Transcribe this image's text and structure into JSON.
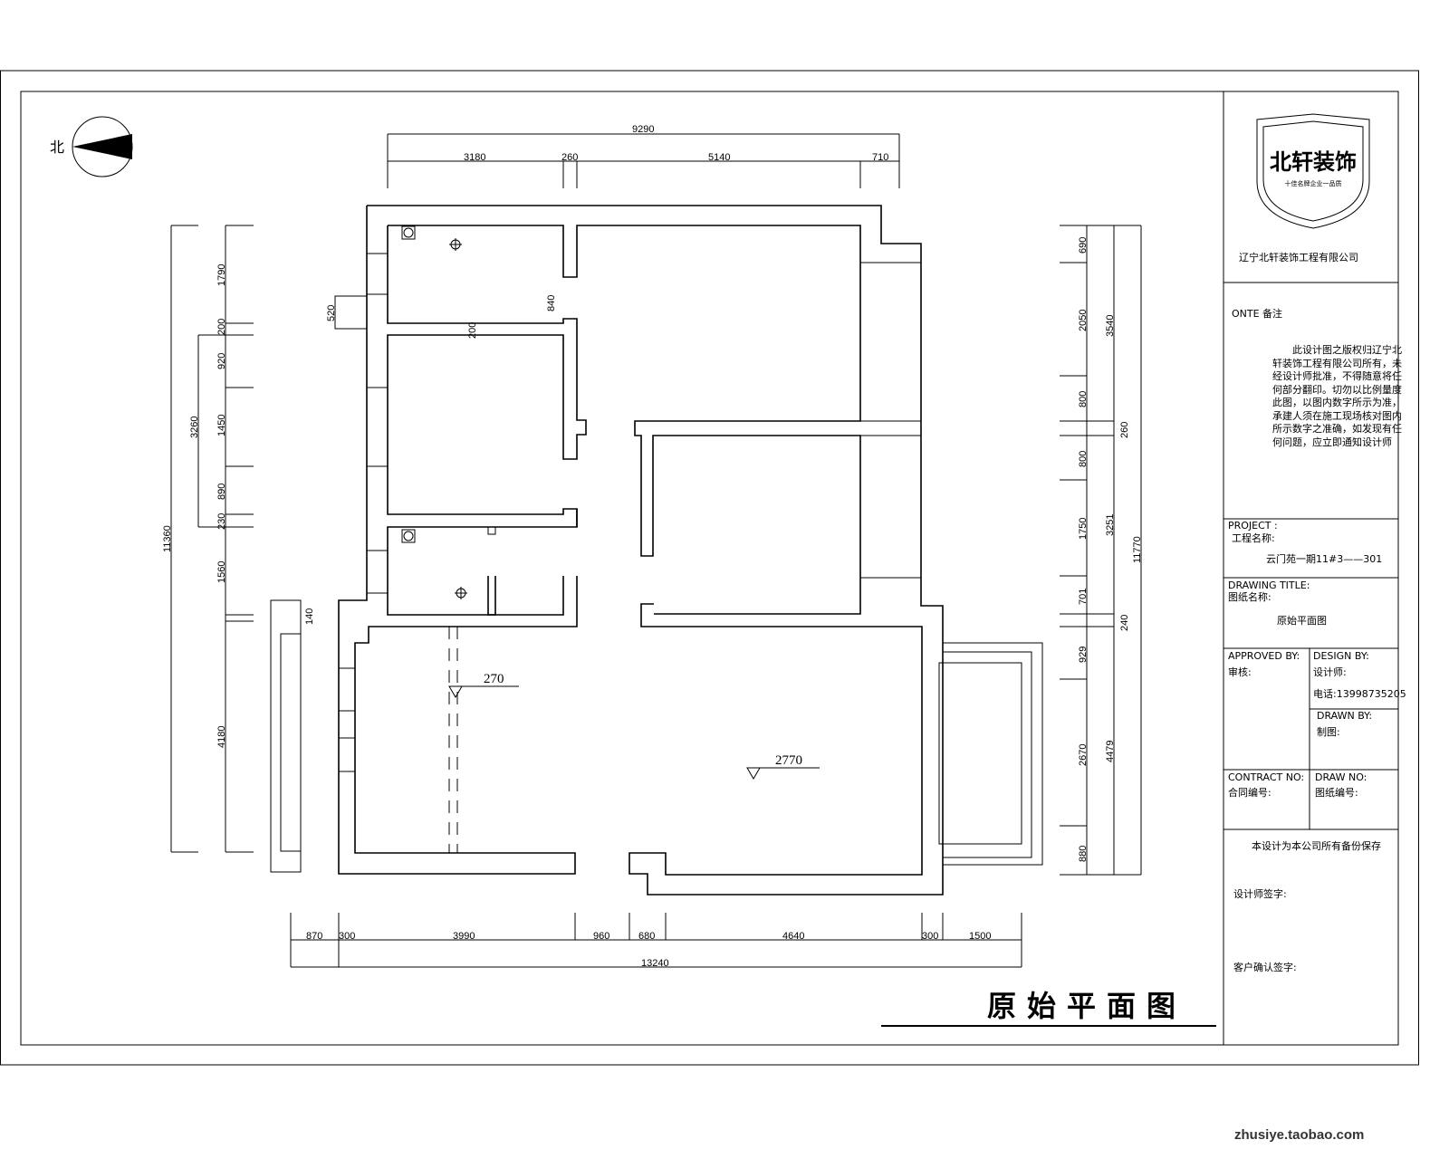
{
  "compass": {
    "north_label": "北"
  },
  "title_block": {
    "logo_text": "北轩装饰",
    "logo_slogan": "十佳名牌企业一品质",
    "company": "辽宁北轩装饰工程有限公司",
    "note_header": "ONTE 备注",
    "note_text": "此设计图之版权归辽宁北轩装饰工程有限公司所有，未经设计师批准，不得随意将任何部分翻印。切勿以比例量度此图，以图内数字所示为准，承建人须在施工现场核对图内所示数字之准确，如发现有任何问题，应立即通知设计师",
    "project_label_en": "PROJECT :",
    "project_label_cn": "工程名称:",
    "project_value": "云门苑一期11#3——301",
    "drawing_title_en": "DRAWING TITLE:",
    "drawing_title_cn": "图纸名称:",
    "drawing_title_value": "原始平面图",
    "approved_en": "APPROVED BY:",
    "approved_cn": "审核:",
    "design_en": "DESIGN BY:",
    "design_cn": "设计师:",
    "phone": "电话:13998735205",
    "drawn_en": "DRAWN BY:",
    "drawn_cn": "制图:",
    "contract_en": "CONTRACT NO:",
    "contract_cn": "合同编号:",
    "drawno_en": "DRAW NO:",
    "drawno_cn": "图纸编号:",
    "copyright": "本设计为本公司所有备份保存",
    "designer_sign": "设计师签字:",
    "client_sign": "客户确认签字:"
  },
  "drawing_title": "原始平面图",
  "levels": {
    "left": "270",
    "right": "2770"
  },
  "dims": {
    "top_total": "9290",
    "top": [
      "3180",
      "260",
      "5140",
      "710"
    ],
    "bottom_total": "13240",
    "bottom": [
      "870",
      "300",
      "3990",
      "960",
      "680",
      "4640",
      "300",
      "1500"
    ],
    "left_total": "11360",
    "left_mid": "3260",
    "left": [
      "1790",
      "200",
      "920",
      "1450",
      "890",
      "230",
      "1560",
      "4180"
    ],
    "right_total": "11770",
    "right_mid": [
      "3540",
      "260",
      "3251",
      "240",
      "4479"
    ],
    "right": [
      "690",
      "2050",
      "800",
      "800",
      "1750",
      "701",
      "929",
      "2670",
      "880"
    ],
    "inner": [
      "520",
      "840",
      "200",
      "140"
    ]
  },
  "watermark": "zhusiye.taobao.com"
}
